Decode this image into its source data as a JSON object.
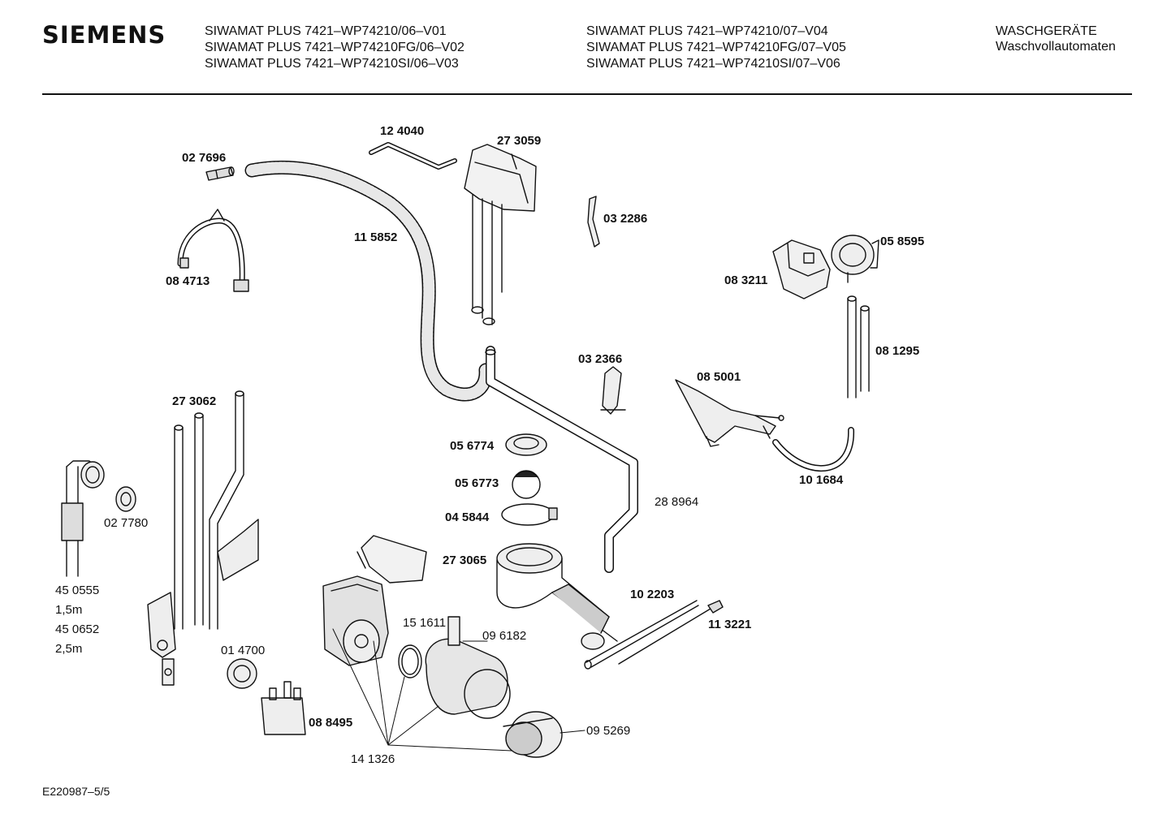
{
  "brand": "SIEMENS",
  "models_col1": [
    "SIWAMAT PLUS 7421–WP74210/06–V01",
    "SIWAMAT PLUS 7421–WP74210FG/06–V02",
    "SIWAMAT PLUS 7421–WP74210SI/06–V03"
  ],
  "models_col2": [
    "SIWAMAT PLUS 7421–WP74210/07–V04",
    "SIWAMAT PLUS 7421–WP74210FG/07–V05",
    "SIWAMAT PLUS 7421–WP74210SI/07–V06"
  ],
  "category": [
    "WASCHGERÄTE",
    "Waschvollautomaten"
  ],
  "parts": {
    "p124040": "12 4040",
    "p273059": "27 3059",
    "p027696": "02 7696",
    "p032286": "03 2286",
    "p115852": "11 5852",
    "p058595": "05 8595",
    "p084713": "08 4713",
    "p083211": "08 3211",
    "p081295": "08 1295",
    "p032366": "03 2366",
    "p085001": "08 5001",
    "p273062": "27 3062",
    "p056774": "05 6774",
    "p056773": "05 6773",
    "p101684": "10 1684",
    "p027780": "02 7780",
    "p288964": "28 8964",
    "p045844": "04 5844",
    "p273065": "27 3065",
    "p450555": "45 0555",
    "p102203": "10 2203",
    "len1": "1,5m",
    "p450652": "45 0652",
    "p113221": "11 3221",
    "p151611": "15 1611",
    "p096182": "09 6182",
    "len2": "2,5m",
    "p014700": "01 4700",
    "p088495": "08 8495",
    "p095269": "09 5269",
    "p141326": "14 1326"
  },
  "footer": "E220987–5/5"
}
